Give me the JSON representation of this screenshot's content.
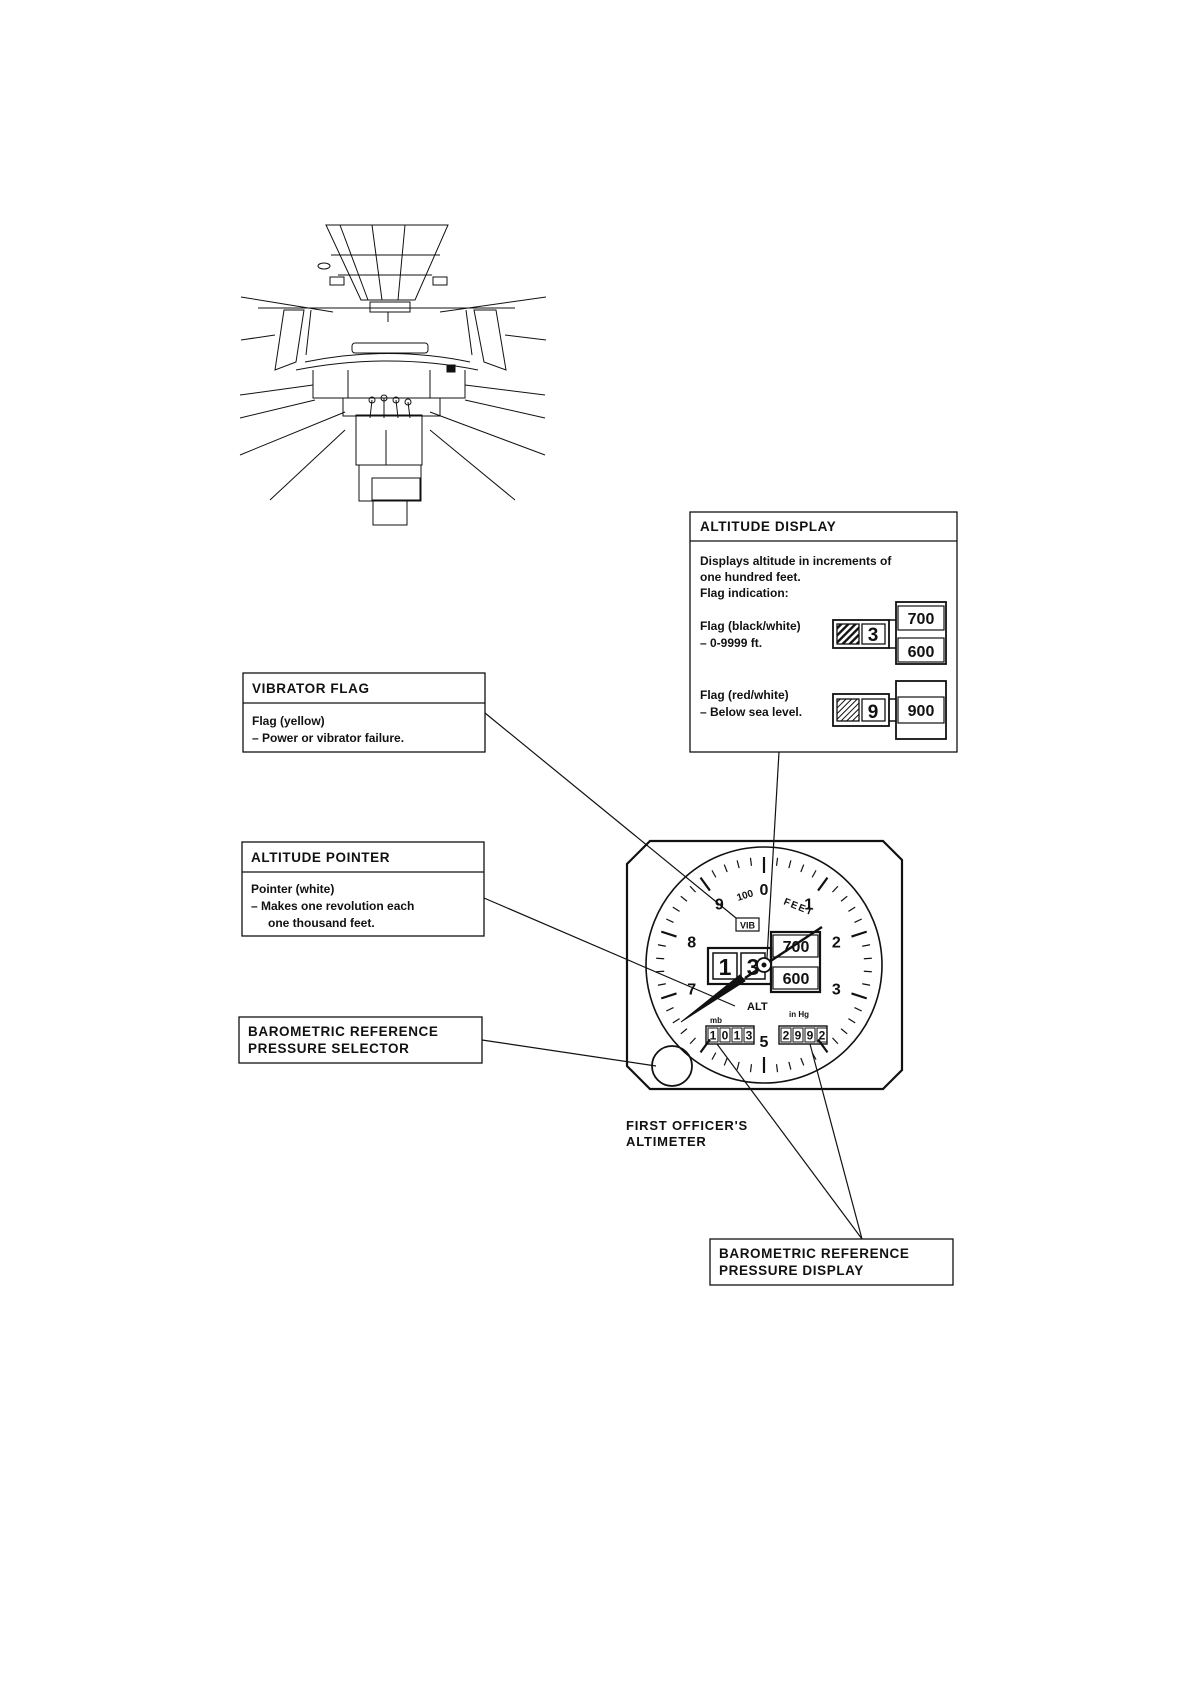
{
  "cockpit": {
    "icon": "cockpit-overview-sketch"
  },
  "altitude_display": {
    "title": "ALTITUDE DISPLAY",
    "desc_1": "Displays altitude in increments of",
    "desc_2": "one hundred feet.",
    "desc_3": "Flag indication:",
    "flag1_label": "Flag (black/white)",
    "flag1_detail": "– 0-9999 ft.",
    "flag1_digit": "3",
    "flag1_top": "700",
    "flag1_bottom": "600",
    "flag2_label": "Flag (red/white)",
    "flag2_detail": "– Below sea level.",
    "flag2_digit": "9",
    "flag2_value": "900"
  },
  "vibrator_flag": {
    "title": "VIBRATOR FLAG",
    "line_1": "Flag (yellow)",
    "line_2": "– Power or vibrator failure."
  },
  "altitude_pointer": {
    "title": "ALTITUDE POINTER",
    "line_1": "Pointer (white)",
    "line_2": "– Makes one revolution each",
    "line_3": "one thousand feet."
  },
  "baro_selector": {
    "title_1": "BAROMETRIC REFERENCE",
    "title_2": "PRESSURE SELECTOR"
  },
  "baro_display": {
    "title_1": "BAROMETRIC REFERENCE",
    "title_2": "PRESSURE DISPLAY"
  },
  "altimeter": {
    "caption_1": "FIRST OFFICER'S",
    "caption_2": "ALTIMETER",
    "dial_numbers": [
      "0",
      "1",
      "2",
      "3",
      "5",
      "7",
      "8",
      "9"
    ],
    "dial_units": "100",
    "dial_feet": "FEET",
    "vib": "VIB",
    "drum_thousands": [
      "1",
      "3"
    ],
    "drum_hundreds_top": "700",
    "drum_hundreds_bottom": "600",
    "alt_label": "ALT",
    "mb_label": "mb",
    "mb_digits": [
      "1",
      "0",
      "1",
      "3"
    ],
    "inhg_label": "in Hg",
    "inhg_digits": [
      "2",
      "9",
      "9",
      "2"
    ]
  }
}
